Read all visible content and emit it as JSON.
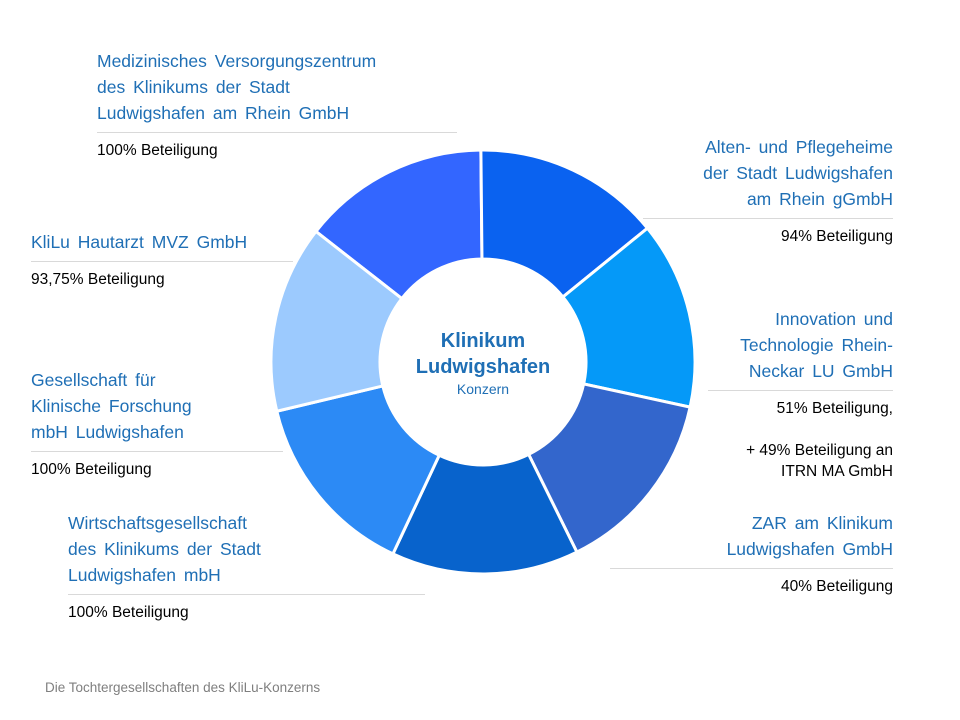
{
  "center": {
    "title": "Klinikum Ludwigshafen",
    "subtitle": "Konzern"
  },
  "segments": [
    {
      "color": "#3366ff"
    },
    {
      "color": "#0a62f0"
    },
    {
      "color": "#0599f8"
    },
    {
      "color": "#3366cc"
    },
    {
      "color": "#0863cc"
    },
    {
      "color": "#2c8af5"
    },
    {
      "color": "#9ccafe"
    }
  ],
  "companies": {
    "mvz": {
      "name": "Medizinisches Versorgungszentrum\ndes Klinikums der Stadt\nLudwigshafen am Rhein GmbH",
      "note": "100% Beteiligung"
    },
    "alten": {
      "name": "Alten- und Pflegeheime\nder Stadt Ludwigshafen\nam Rhein gGmbH",
      "note": "94% Beteiligung"
    },
    "itr": {
      "name": "Innovation und\nTechnologie Rhein-\nNeckar LU GmbH",
      "note": "51% Beteiligung,\n\n+ 49% Beteiligung an\nITRN MA GmbH"
    },
    "zar": {
      "name": "ZAR am Klinikum\nLudwigshafen GmbH",
      "note": "40% Beteiligung"
    },
    "wirtschaft": {
      "name": "Wirtschaftsgesellschaft\ndes Klinikums der Stadt\nLudwigshafen mbH",
      "note": "100% Beteiligung"
    },
    "forschung": {
      "name": "Gesellschaft für\nKlinische Forschung\nmbH Ludwigshafen",
      "note": "100% Beteiligung"
    },
    "hautarzt": {
      "name": "KliLu Hautarzt MVZ GmbH",
      "note": "93,75% Beteiligung"
    }
  },
  "footer": "Die Tochtergesellschaften des KliLu-Konzerns"
}
